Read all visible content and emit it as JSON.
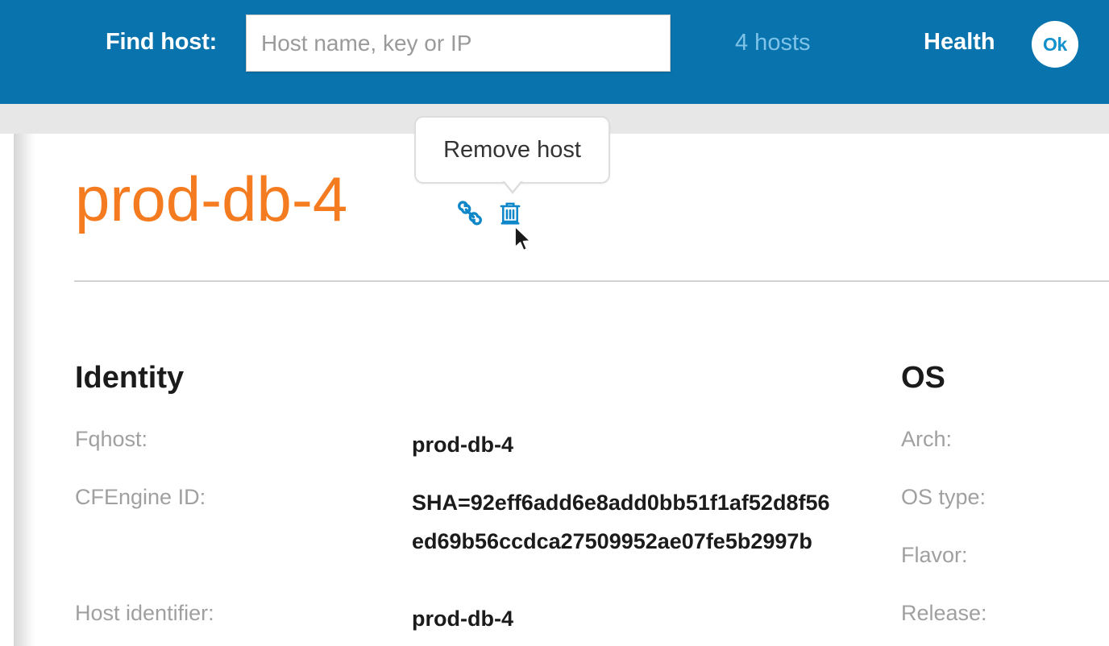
{
  "header": {
    "find_label": "Find host:",
    "search_placeholder": "Host name, key or IP",
    "search_value": "",
    "hosts_count": "4 hosts",
    "health_label": "Health",
    "health_status": "Ok",
    "bar_color": "#0873AD",
    "hosts_count_color": "#7FC3E8",
    "status_color": "#1391CD"
  },
  "tooltip": {
    "text": "Remove host"
  },
  "host": {
    "title": "prod-db-4",
    "title_color": "#F47B20",
    "icons": [
      {
        "name": "link-icon",
        "label": "Copy link"
      },
      {
        "name": "trash-icon",
        "label": "Remove host"
      }
    ],
    "icon_color": "#0E87C9"
  },
  "identity": {
    "heading": "Identity",
    "rows": [
      {
        "label": "Fqhost:",
        "value": "prod-db-4"
      },
      {
        "label": "CFEngine ID:",
        "value": "SHA=92eff6add6e8add0bb51f1af52d8f56ed69b56ccdca27509952ae07fe5b2997b"
      },
      {
        "label": "Host identifier:",
        "value": "prod-db-4"
      }
    ]
  },
  "os": {
    "heading": "OS",
    "rows": [
      {
        "label": "Arch:",
        "value": ""
      },
      {
        "label": "OS type:",
        "value": ""
      },
      {
        "label": "Flavor:",
        "value": ""
      },
      {
        "label": "Release:",
        "value": ""
      }
    ]
  }
}
